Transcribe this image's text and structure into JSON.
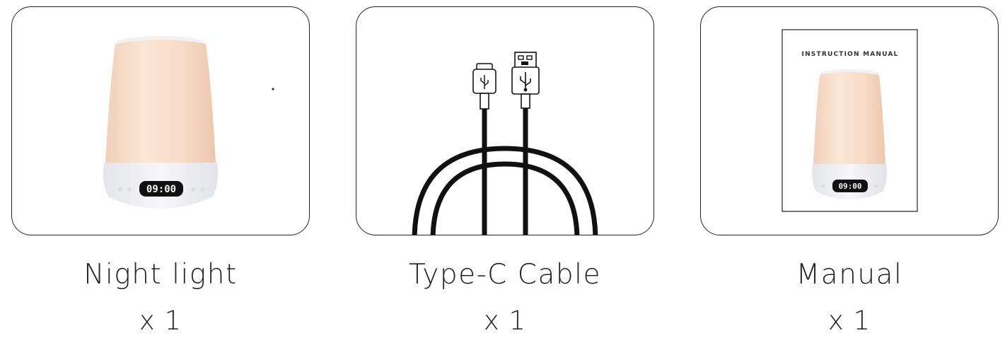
{
  "items": [
    {
      "label": "Night light",
      "quantity": "x 1",
      "icon": "night-light-lamp",
      "clock_display": "09:00"
    },
    {
      "label": "Type-C Cable",
      "quantity": "x 1",
      "icon": "usb-cable"
    },
    {
      "label": "Manual",
      "quantity": "x 1",
      "icon": "instruction-manual",
      "manual_title": "INSTRUCTION MANUAL",
      "clock_display": "09:00"
    }
  ],
  "colors": {
    "border": "#222222",
    "lamp_glow": "#f6dcc6",
    "lamp_base": "#f0f0f2",
    "cable": "#111111"
  }
}
